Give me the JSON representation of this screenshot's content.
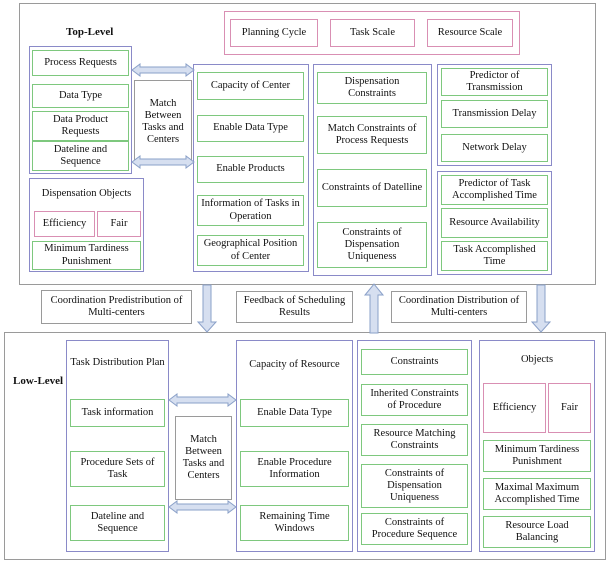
{
  "top": {
    "label": "Top-Level",
    "header": [
      "Planning Cycle",
      "Task Scale",
      "Resource Scale"
    ],
    "process": {
      "title": "Process Requests",
      "items": [
        "Data Type",
        "Data Product Requests",
        "Dateline and Sequence"
      ]
    },
    "dispensation_objects": {
      "title": "Dispensation Objects",
      "efficiency": "Efficiency",
      "fair": "Fair",
      "punishment": "Minimum Tardiness Punishment"
    },
    "match": "Match Between Tasks and Centers",
    "capacity": {
      "title": "Capacity of Center",
      "items": [
        "Enable Data Type",
        "Enable Products",
        "Information of Tasks in Operation",
        "Geographical Position of Center"
      ]
    },
    "constraints": {
      "title": "Dispensation Constraints",
      "items": [
        "Match Constraints of Process Requests",
        "Constraints of Datelline",
        "Constraints of Dispensation Uniqueness"
      ]
    },
    "transmission": {
      "title": "Predictor of Transmission",
      "items": [
        "Transmission Delay",
        "Network Delay"
      ]
    },
    "accomplished": {
      "title": "Predictor of Task Accomplished Time",
      "items": [
        "Resource Availability",
        "Task Accomplished Time"
      ]
    }
  },
  "middle": {
    "left": "Coordination Predistribution of Multi-centers",
    "center": "Feedback of Scheduling Results",
    "right": "Coordination Distribution of Multi-centers"
  },
  "low": {
    "label": "Low-Level",
    "task": {
      "title": "Task Distribution Plan",
      "items": [
        "Task information",
        "Procedure Sets of Task",
        "Dateline and Sequence"
      ]
    },
    "match": "Match Between Tasks and Centers",
    "capacity": {
      "title": "Capacity of Resource",
      "items": [
        "Enable Data Type",
        "Enable Procedure Information",
        "Remaining Time Windows"
      ]
    },
    "constraints": {
      "title": "Constraints",
      "items": [
        "Inherited Constraints of Procedure",
        "Resource Matching Constraints",
        "Constraints of Dispensation Uniqueness",
        "Constraints of Procedure Sequence"
      ]
    },
    "objects": {
      "title": "Objects",
      "efficiency": "Efficiency",
      "fair": "Fair",
      "items": [
        "Minimum Tardiness Punishment",
        "Maximal Maximum Accomplished Time",
        "Resource Load Balancing"
      ]
    }
  },
  "colors": {
    "panel_border": "#8a8ac8",
    "green_border": "#7ec87e",
    "pink_border": "#d98fb3",
    "arrow_fill": "#d6dff0",
    "arrow_stroke": "#8aa0c8"
  }
}
